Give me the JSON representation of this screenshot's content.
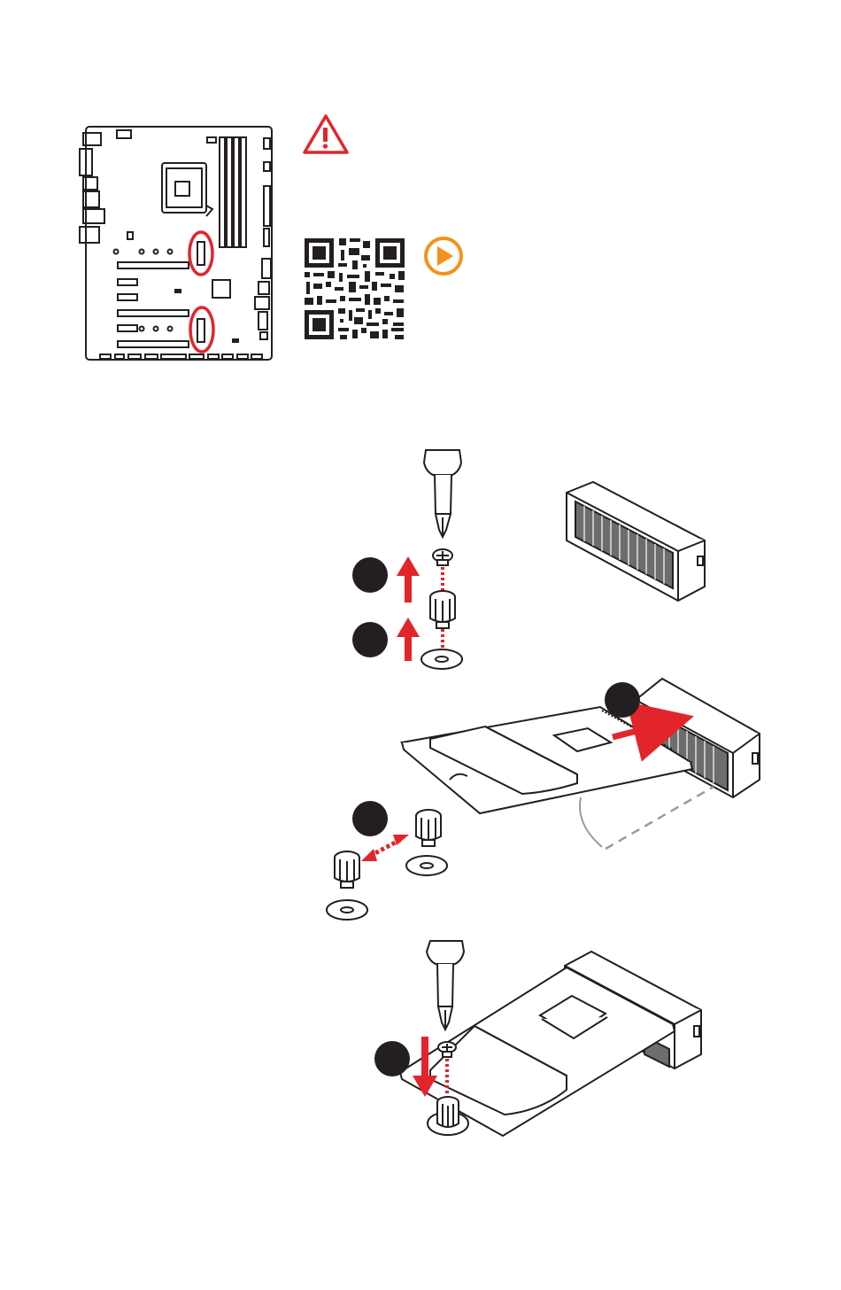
{
  "colors": {
    "accent_red": "#e3242b",
    "play_orange": "#f39219",
    "line": "#231f20",
    "fin": "#6d6d6d",
    "guide_gray": "#9a9a9a"
  },
  "icons": {
    "warning": "warning-triangle-icon",
    "play": "play-button-icon",
    "qr": "qr-code"
  },
  "steps": [
    {
      "id": "step-1",
      "label": ""
    },
    {
      "id": "step-2",
      "label": ""
    },
    {
      "id": "step-3",
      "label": ""
    },
    {
      "id": "step-4",
      "label": ""
    },
    {
      "id": "step-5",
      "label": ""
    }
  ]
}
